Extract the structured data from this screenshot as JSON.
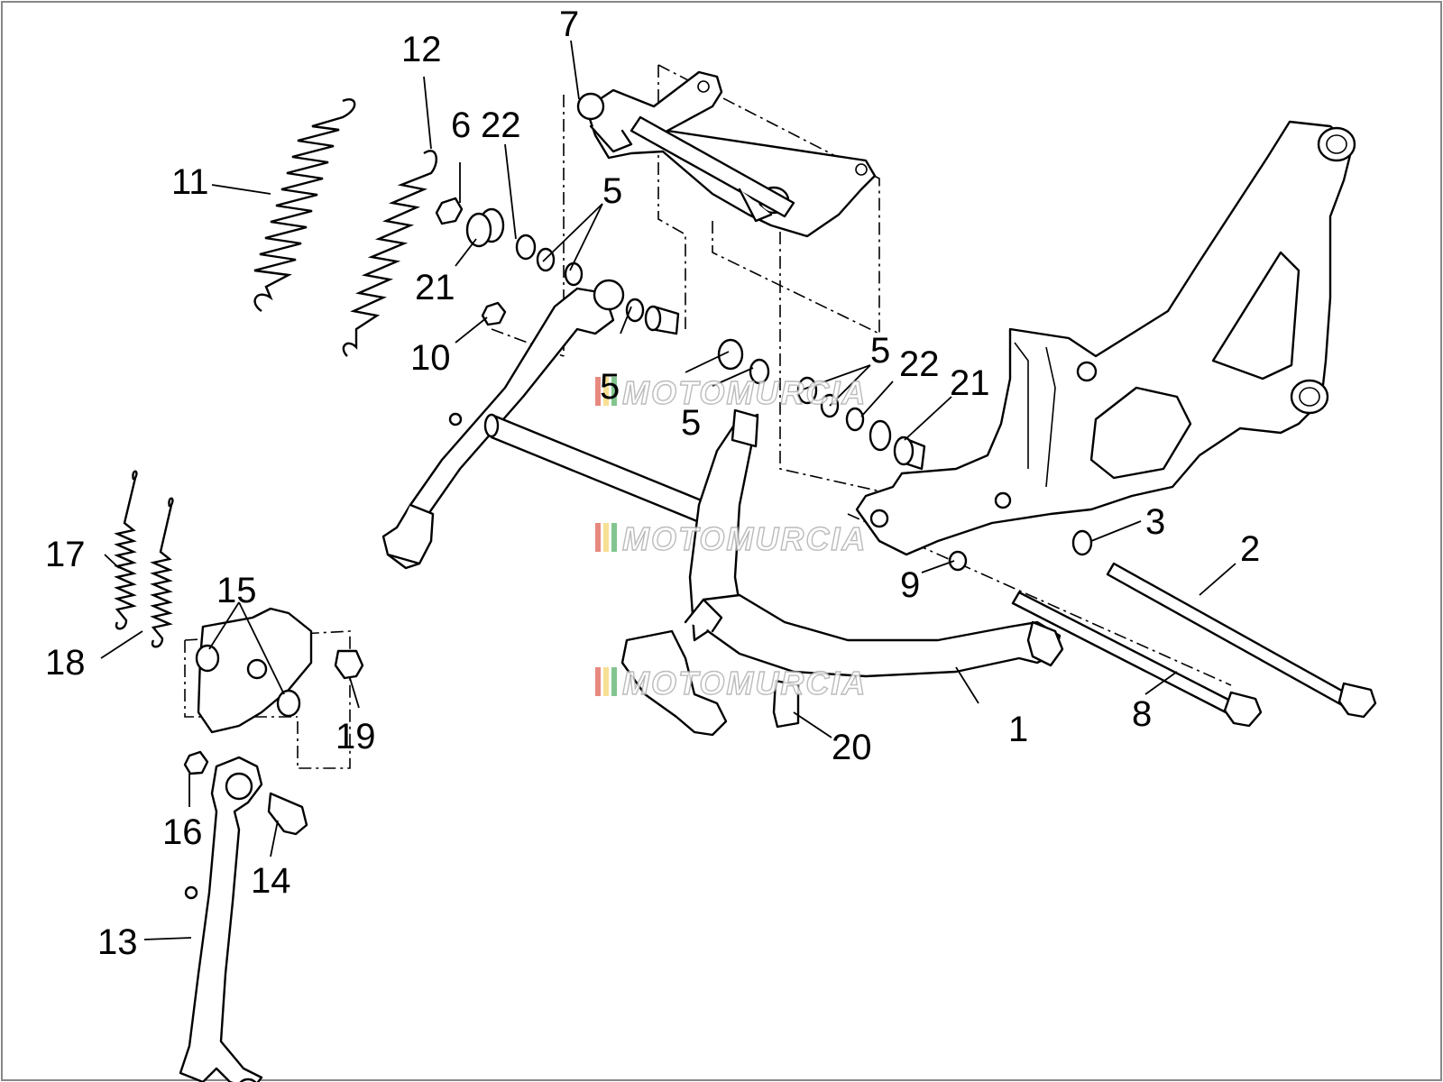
{
  "diagram": {
    "watermark": "MOTOMURCIA",
    "watermark_stripe_colors": [
      "#d93a2b",
      "#f2c94c",
      "#2f9e44"
    ],
    "callouts": {
      "c1": "1",
      "c2": "2",
      "c3": "3",
      "c5a": "5",
      "c5b": "5",
      "c5c": "5",
      "c5d": "5",
      "c6": "6",
      "c7": "7",
      "c8": "8",
      "c9": "9",
      "c10": "10",
      "c11": "11",
      "c12": "12",
      "c13": "13",
      "c14": "14",
      "c15": "15",
      "c16": "16",
      "c17": "17",
      "c18": "18",
      "c19": "19",
      "c20": "20",
      "c21a": "21",
      "c21b": "21",
      "c22a": "22",
      "c22b": "22"
    }
  }
}
